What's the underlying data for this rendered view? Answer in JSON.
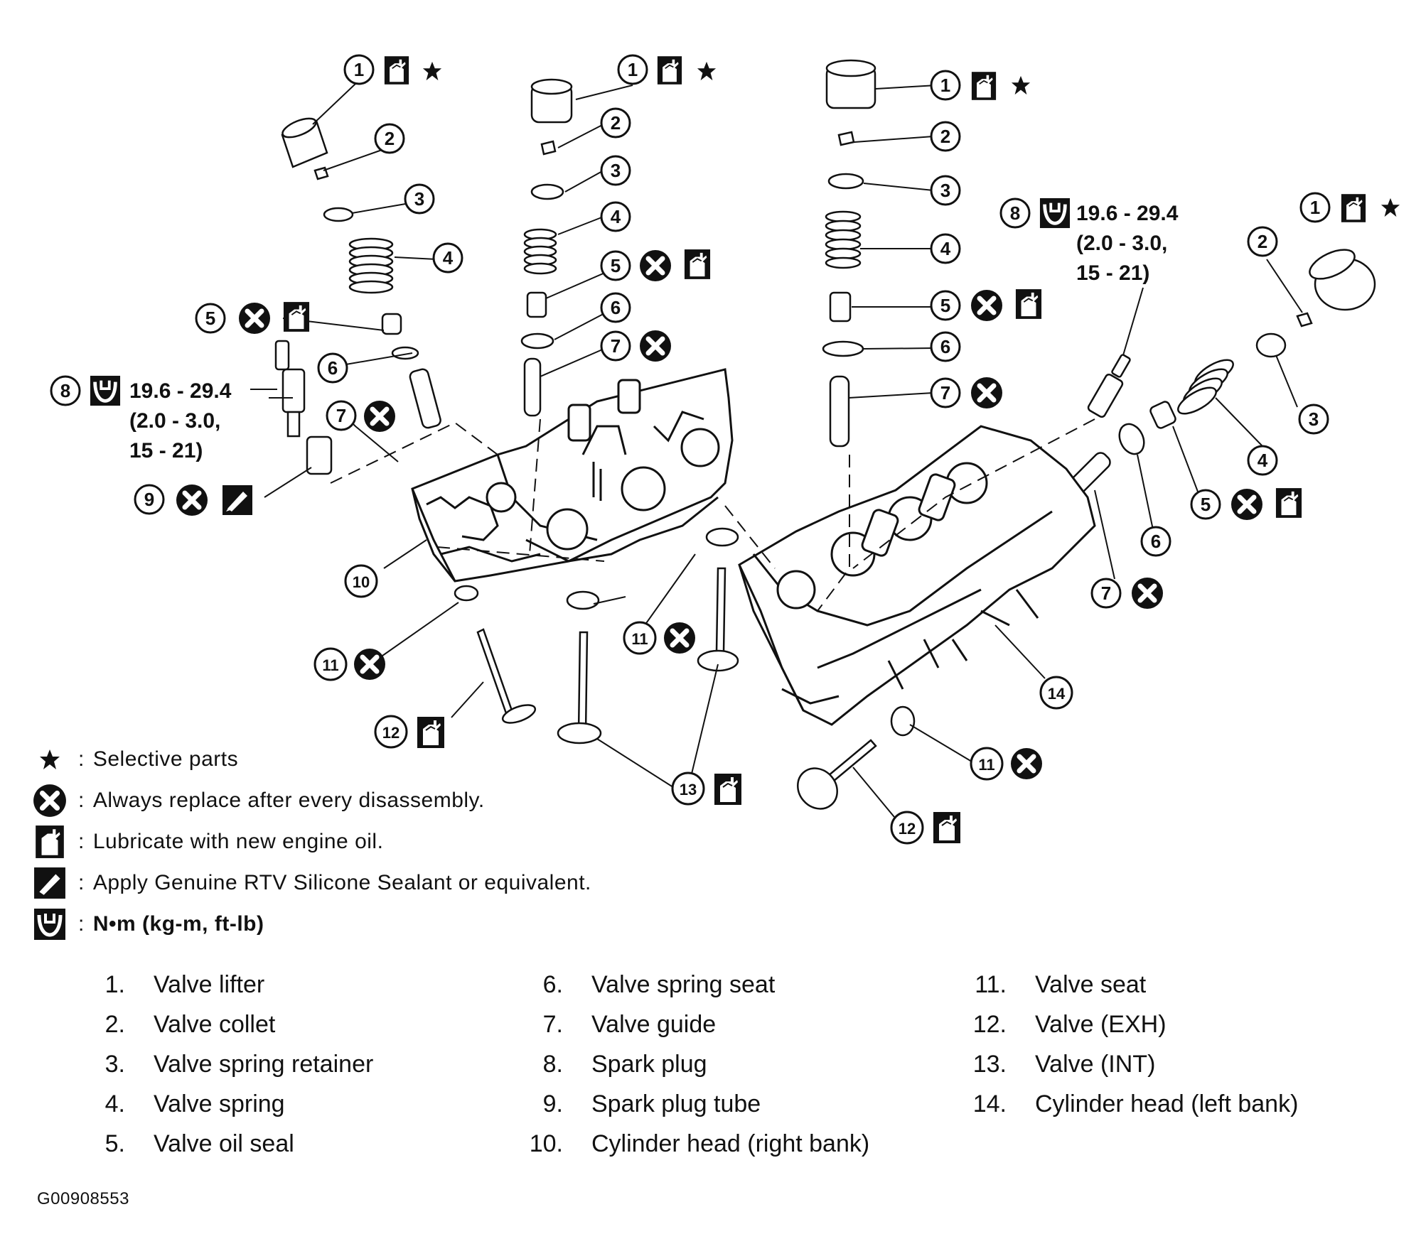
{
  "figure_id": "G00908553",
  "torque_spec": {
    "line1": "19.6 - 29.4",
    "line2": "(2.0 - 3.0,",
    "line3": "15 - 21)"
  },
  "callout_numbers": [
    "1",
    "2",
    "3",
    "4",
    "5",
    "6",
    "7",
    "8",
    "9",
    "10",
    "11",
    "12",
    "13",
    "14"
  ],
  "legend": [
    {
      "icon": "star-icon",
      "text": "Selective parts"
    },
    {
      "icon": "replace-x-icon",
      "text": "Always replace after every disassembly."
    },
    {
      "icon": "oil-can-icon",
      "text": "Lubricate with new engine oil."
    },
    {
      "icon": "sealant-icon",
      "text": "Apply Genuine RTV Silicone Sealant or equivalent."
    },
    {
      "icon": "torque-wrench-icon",
      "text": "N•m (kg-m,  ft-lb)"
    }
  ],
  "parts": [
    {
      "num": "1.",
      "name": "Valve lifter"
    },
    {
      "num": "2.",
      "name": "Valve collet"
    },
    {
      "num": "3.",
      "name": "Valve spring retainer"
    },
    {
      "num": "4.",
      "name": "Valve spring"
    },
    {
      "num": "5.",
      "name": "Valve oil seal"
    },
    {
      "num": "6.",
      "name": "Valve spring seat"
    },
    {
      "num": "7.",
      "name": "Valve guide"
    },
    {
      "num": "8.",
      "name": "Spark plug"
    },
    {
      "num": "9.",
      "name": "Spark plug tube"
    },
    {
      "num": "10.",
      "name": "Cylinder head (right bank)"
    },
    {
      "num": "11.",
      "name": "Valve seat"
    },
    {
      "num": "12.",
      "name": "Valve (EXH)"
    },
    {
      "num": "13.",
      "name": "Valve (INT)"
    },
    {
      "num": "14.",
      "name": "Cylinder head (left bank)"
    }
  ]
}
